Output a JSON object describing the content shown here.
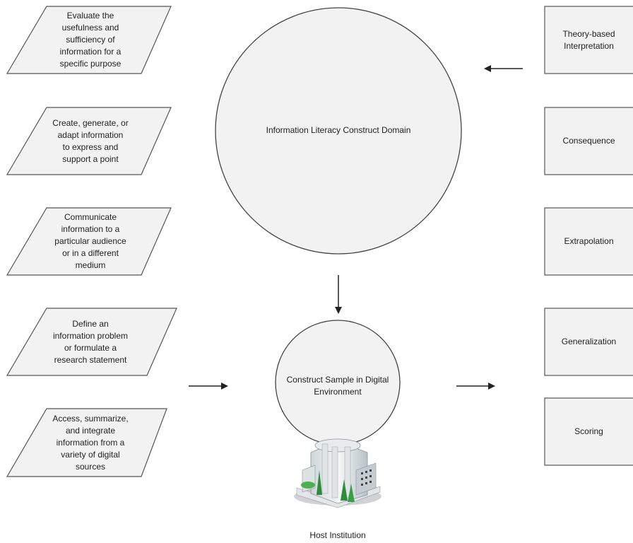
{
  "left_boxes": [
    {
      "text": "Evaluate the\nusefulness and\nsufficiency of\ninformation for a\nspecific purpose"
    },
    {
      "text": "Create, generate, or\nadapt information\nto express and\nsupport a point"
    },
    {
      "text": "Communicate\ninformation to a\nparticular audience\nor in a different\nmedium"
    },
    {
      "text": "Define an\ninformation problem\nor formulate a\nresearch statement"
    },
    {
      "text": "Access, summarize,\nand integrate\ninformation from a\nvariety of digital\nsources"
    }
  ],
  "right_boxes": [
    {
      "text": "Theory-based\nInterpretation"
    },
    {
      "text": "Consequence"
    },
    {
      "text": "Extrapolation"
    },
    {
      "text": "Generalization"
    },
    {
      "text": "Scoring"
    }
  ],
  "construct_domain": {
    "text": "Information Literacy Construct Domain"
  },
  "construct_sample": {
    "text": "Construct Sample in Digital\nEnvironment"
  },
  "host": {
    "caption": "Host Institution",
    "icon": "building-icon"
  },
  "colors": {
    "fill": "#f2f2f2",
    "stroke": "#555555",
    "text": "#222222"
  }
}
